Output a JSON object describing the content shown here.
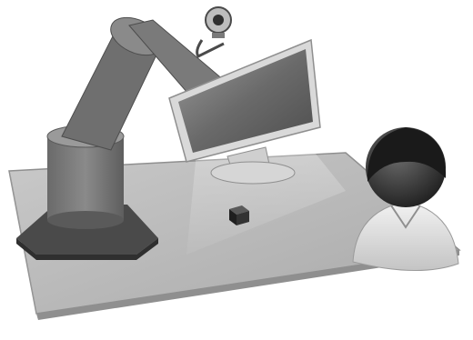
{
  "scene": {
    "elements": [
      {
        "id": "table",
        "label": ""
      },
      {
        "id": "robot-arm",
        "label": ""
      },
      {
        "id": "monitor",
        "label": ""
      },
      {
        "id": "webcam",
        "label": ""
      },
      {
        "id": "cube",
        "label": ""
      },
      {
        "id": "person",
        "label": ""
      }
    ]
  },
  "colors": {
    "background": "#ffffff",
    "table_top": "#bdbdbd",
    "table_edge": "#8f8f8f",
    "robot_body": "#7a7a7a",
    "robot_dark": "#4d4d4d",
    "monitor_frame": "#d9d9d9",
    "monitor_screen": "#6d6d6d",
    "person_head": "#3a3a3a",
    "person_body": "#e6e6e6",
    "cube": "#333333"
  },
  "icons": [
    "robot-arm-icon",
    "monitor-icon",
    "webcam-icon",
    "cube-icon",
    "person-icon"
  ]
}
